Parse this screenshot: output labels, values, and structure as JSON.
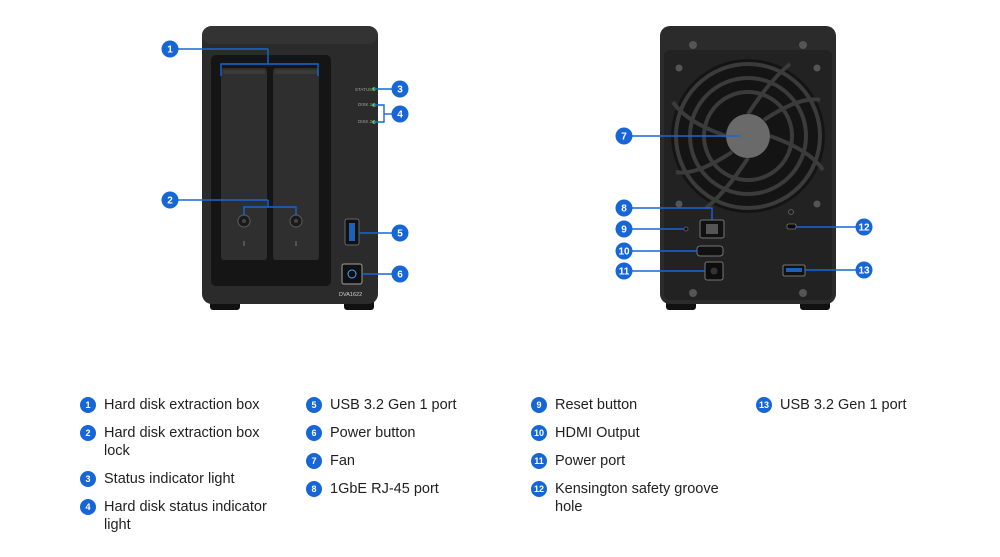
{
  "device": {
    "model_label": "DVA1622",
    "led_labels": [
      "STATUS",
      "DISK 1",
      "DISK 2"
    ]
  },
  "callout_color": "#1766d6",
  "callouts": [
    "1",
    "2",
    "3",
    "4",
    "5",
    "6",
    "7",
    "8",
    "9",
    "10",
    "11",
    "12",
    "13"
  ],
  "legend": [
    {
      "num": "1",
      "label": "Hard disk extraction box"
    },
    {
      "num": "2",
      "label": "Hard disk extraction box lock"
    },
    {
      "num": "3",
      "label": "Status indicator light"
    },
    {
      "num": "4",
      "label": "Hard disk status indicator light"
    },
    {
      "num": "5",
      "label": "USB 3.2 Gen 1 port"
    },
    {
      "num": "6",
      "label": "Power button"
    },
    {
      "num": "7",
      "label": "Fan"
    },
    {
      "num": "8",
      "label": "1GbE RJ-45 port"
    },
    {
      "num": "9",
      "label": "Reset button"
    },
    {
      "num": "10",
      "label": "HDMI Output"
    },
    {
      "num": "11",
      "label": "Power port"
    },
    {
      "num": "12",
      "label": "Kensington safety groove hole"
    },
    {
      "num": "13",
      "label": "USB 3.2 Gen 1 port"
    }
  ]
}
